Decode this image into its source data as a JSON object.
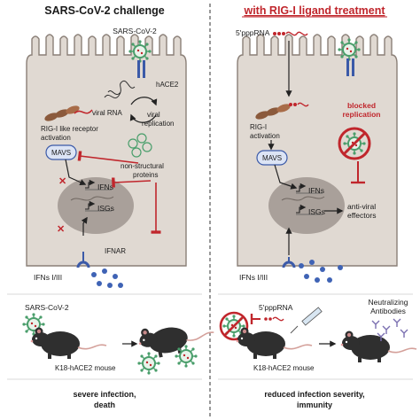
{
  "left": {
    "title": "SARS-CoV-2 challenge",
    "virus_label": "SARS-CoV-2",
    "receptor_label": "hACE2",
    "viral_rna": "viral RNA",
    "viral_replication": [
      "viral",
      "replication"
    ],
    "rig_label": [
      "RIG-I like receptor",
      "activation"
    ],
    "mavs": "MAVS",
    "nsp": [
      "non-structural",
      "proteins"
    ],
    "ifns": "IFNs",
    "isgs": "ISGs",
    "ifnar": "IFNAR",
    "ifn_ligands": "IFNs I/III",
    "mouse_virus_label": "SARS-CoV-2",
    "mouse_label": "K18-hACE2 mouse",
    "outcome": [
      "severe infection,",
      "death"
    ]
  },
  "right": {
    "title": "with RIG-I ligand treatment",
    "ligand": "5'pppRNA",
    "blocked": [
      "blocked",
      "replication"
    ],
    "rig_label": [
      "RIG-I",
      "activation"
    ],
    "mavs": "MAVS",
    "ifns": "IFNs",
    "isgs": "ISGs",
    "effectors": [
      "anti-viral",
      "effectors"
    ],
    "ifn_ligands": "IFNs I/III",
    "mouse_ligand": "5'pppRNA",
    "antibodies": [
      "Neutralizing",
      "Antibodies"
    ],
    "mouse_label": "K18-hACE2 mouse",
    "outcome": [
      "reduced infection severity,",
      "immunity"
    ]
  },
  "colors": {
    "cell": "#e0d9d2",
    "nucleus": "#a9a09a",
    "title_red": "#c0262c",
    "inhibit_red": "#c0262c",
    "virus_green": "#4a9e6b",
    "receptor_blue": "#3b5aa8",
    "ifn_dot": "#3f63b5",
    "mouse": "#2f2f2f"
  }
}
